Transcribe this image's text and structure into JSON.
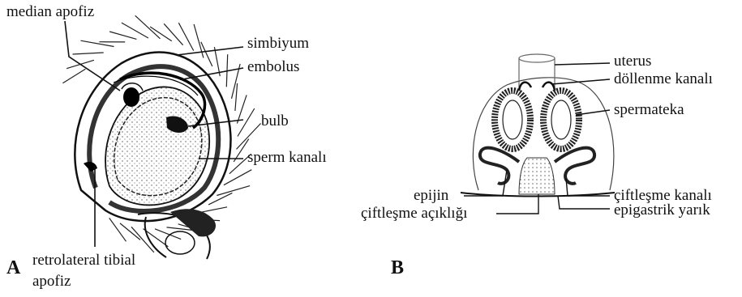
{
  "figure": {
    "panel_a": {
      "letter": "A",
      "labels": {
        "median_apofiz": "median apofiz",
        "simbiyum": "simbiyum",
        "embolus": "embolus",
        "bulb": "bulb",
        "sperm_kanali": "sperm kanalı",
        "retrolateral_1": "retrolateral tibial",
        "retrolateral_2": "apofiz"
      }
    },
    "panel_b": {
      "letter": "B",
      "labels": {
        "uterus": "uterus",
        "dollenme_kanali": "döllenme kanalı",
        "spermateka": "spermateka",
        "epijin": "epijin",
        "ciftlesme_acikligi": "çiftleşme açıklığı",
        "ciftlesme_kanali": "çiftleşme kanalı",
        "epigastrik_yarik": "epigastrik yarık"
      }
    }
  }
}
